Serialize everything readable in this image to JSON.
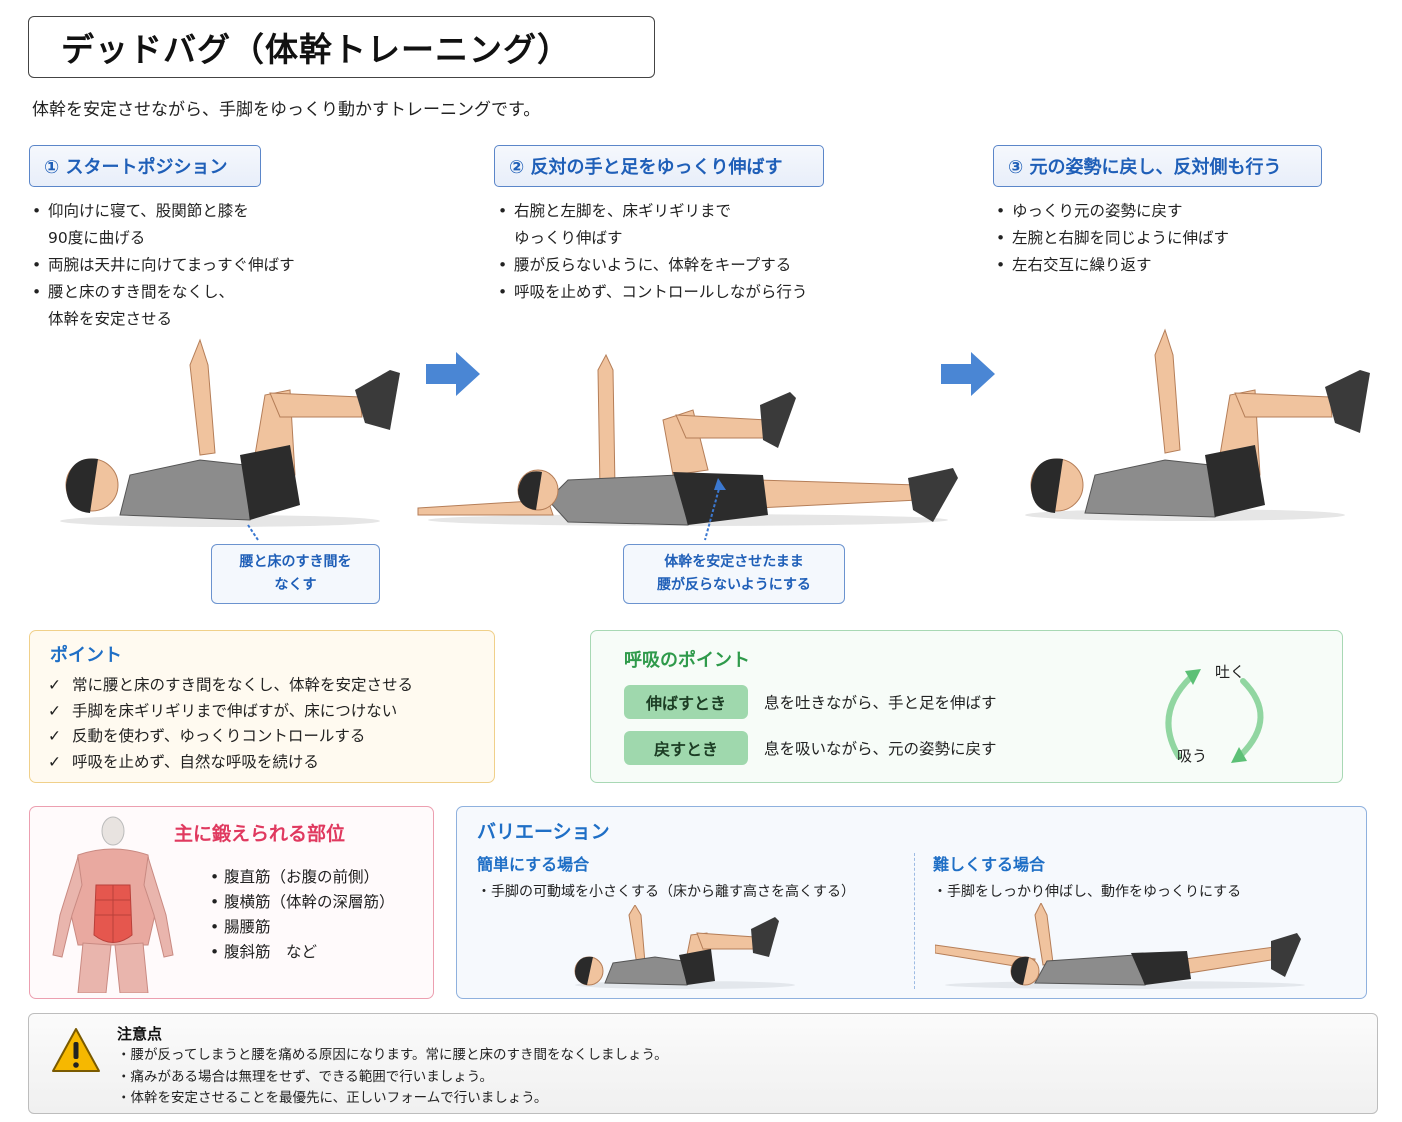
{
  "header": {
    "title": "デッドバグ（体幹トレーニング）",
    "subtitle": "体幹を安定させながら、手脚をゆっくり動かすトレーニングです。"
  },
  "steps": [
    {
      "number": "①",
      "heading": "① スタートポジション",
      "bullets": [
        "仰向けに寝て、股関節と膝を\n90度に曲げる",
        "両腕は天井に向けてまっすぐ伸ばす",
        "腰と床のすき間をなくし、\n体幹を安定させる"
      ],
      "bullet_lines": [
        [
          "仰向けに寝て、股関節と膝を",
          "90度に曲げる"
        ],
        [
          "両腕は天井に向けてまっすぐ伸ばす"
        ],
        [
          "腰と床のすき間をなくし、",
          "体幹を安定させる"
        ]
      ],
      "callout": [
        "腰と床のすき間を",
        "なくす"
      ],
      "figure": "dead-bug-start-position-illustration"
    },
    {
      "number": "②",
      "heading": "② 反対の手と足をゆっくり伸ばす",
      "bullet_lines": [
        [
          "右腕と左脚を、床ギリギリまで",
          "ゆっくり伸ばす"
        ],
        [
          "腰が反らないように、体幹をキープする"
        ],
        [
          "呼吸を止めず、コントロールしながら行う"
        ]
      ],
      "callout": [
        "体幹を安定させたまま",
        "腰が反らないようにする"
      ],
      "figure": "dead-bug-extend-opposite-limbs-illustration"
    },
    {
      "number": "③",
      "heading": "③ 元の姿勢に戻し、反対側も行う",
      "bullet_lines": [
        [
          "ゆっくり元の姿勢に戻す"
        ],
        [
          "左腕と右脚を同じように伸ばす"
        ],
        [
          "左右交互に繰り返す"
        ]
      ],
      "figure": "dead-bug-return-position-illustration"
    }
  ],
  "points": {
    "title": "ポイント",
    "check_mark": "✓",
    "items": [
      "常に腰と床のすき間をなくし、体幹を安定させる",
      "手脚を床ギリギリまで伸ばすが、床につけない",
      "反動を使わず、ゆっくりコントロールする",
      "呼吸を止めず、自然な呼吸を続ける"
    ]
  },
  "breathing": {
    "title": "呼吸のポイント",
    "rows": [
      {
        "tag": "伸ばすとき",
        "desc": "息を吐きながら、手と足を伸ばす"
      },
      {
        "tag": "戻すとき",
        "desc": "息を吸いながら、元の姿勢に戻す"
      }
    ],
    "cycle": {
      "exhale": "吐く",
      "inhale": "吸う"
    }
  },
  "muscles": {
    "title": "主に鍛えられる部位",
    "items": [
      "腹直筋（お腹の前側）",
      "腹横筋（体幹の深層筋）",
      "腸腰筋",
      "腹斜筋　など"
    ]
  },
  "variations": {
    "title": "バリエーション",
    "easy": {
      "heading": "簡単にする場合",
      "desc": "・手脚の可動域を小さくする（床から離す高さを高くする）"
    },
    "hard": {
      "heading": "難しくする場合",
      "desc": "・手脚をしっかり伸ばし、動作をゆっくりにする"
    }
  },
  "caution": {
    "title": "注意点",
    "items": [
      "腰が反ってしまうと腰を痛める原因になります。常に腰と床のすき間をなくしましょう。",
      "痛みがある場合は無理をせず、できる範囲で行いましょう。",
      "体幹を安定させることを最優先に、正しいフォームで行いましょう。"
    ]
  },
  "colors": {
    "accent_blue": "#1f5fb8",
    "arrow_blue": "#4a86d4",
    "breath_green": "#2f9a4b",
    "muscle_pink": "#e0395f",
    "warning_yellow": "#f6b800"
  }
}
